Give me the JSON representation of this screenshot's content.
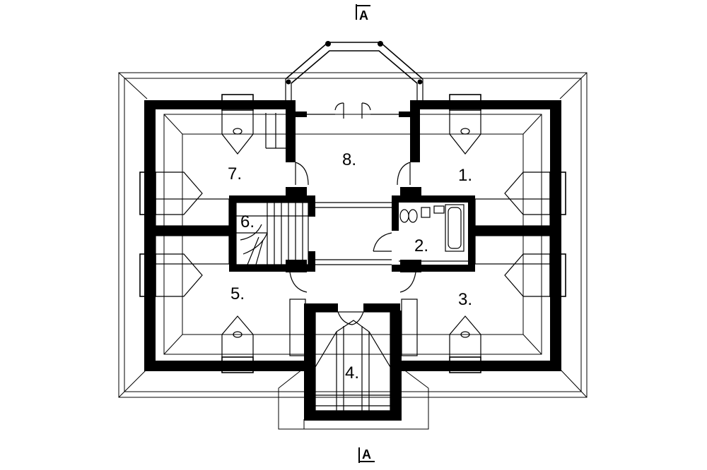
{
  "section_marks": {
    "top": "A",
    "bottom": "A"
  },
  "rooms": [
    {
      "key": "r1",
      "label": "1."
    },
    {
      "key": "r2",
      "label": "2."
    },
    {
      "key": "r3",
      "label": "3."
    },
    {
      "key": "r4",
      "label": "4."
    },
    {
      "key": "r5",
      "label": "5."
    },
    {
      "key": "r6",
      "label": "6."
    },
    {
      "key": "r7",
      "label": "7."
    },
    {
      "key": "r8",
      "label": "8."
    }
  ]
}
